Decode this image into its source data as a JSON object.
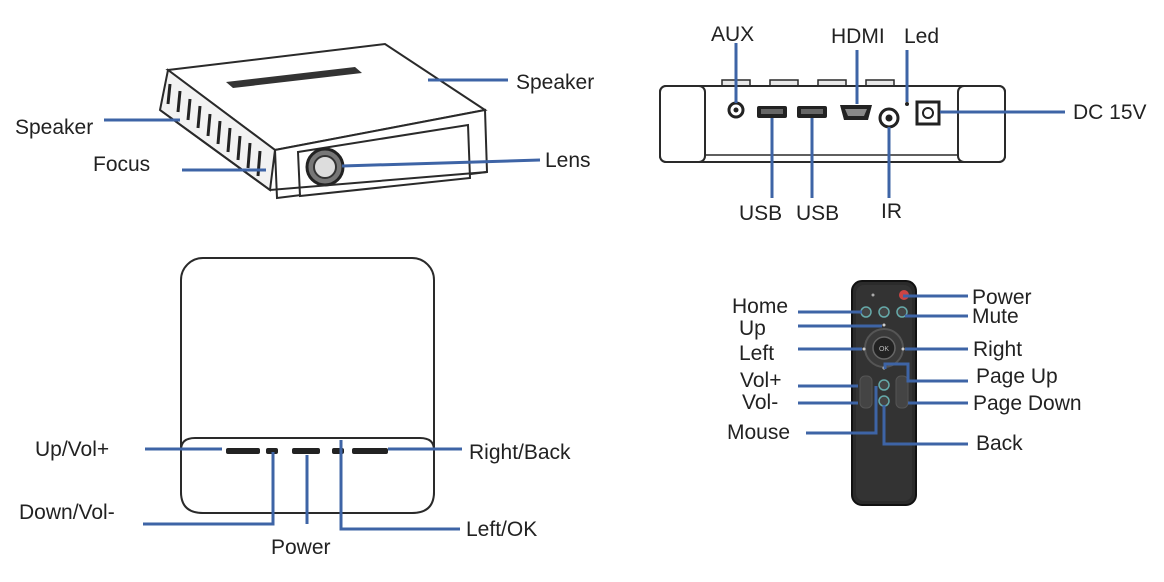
{
  "projector": {
    "labels": {
      "speaker_top": "Speaker",
      "speaker_side": "Speaker",
      "focus": "Focus",
      "lens": "Lens"
    }
  },
  "rear_panel": {
    "labels": {
      "aux": "AUX",
      "hdmi": "HDMI",
      "led": "Led",
      "dc": "DC 15V",
      "usb1": "USB",
      "usb2": "USB",
      "ir": "IR"
    }
  },
  "top_panel": {
    "labels": {
      "up_vol": "Up/Vol+",
      "right_back": "Right/Back",
      "down_vol": "Down/Vol-",
      "left_ok": "Left/OK",
      "power": "Power"
    }
  },
  "remote": {
    "ok_text": "OK",
    "labels": {
      "home": "Home",
      "up": "Up",
      "left": "Left",
      "volplus": "Vol+",
      "volminus": "Vol-",
      "mouse": "Mouse",
      "power": "Power",
      "mute": "Mute",
      "right": "Right",
      "pageup": "Page Up",
      "pagedown": "Page Down",
      "back": "Back"
    }
  }
}
